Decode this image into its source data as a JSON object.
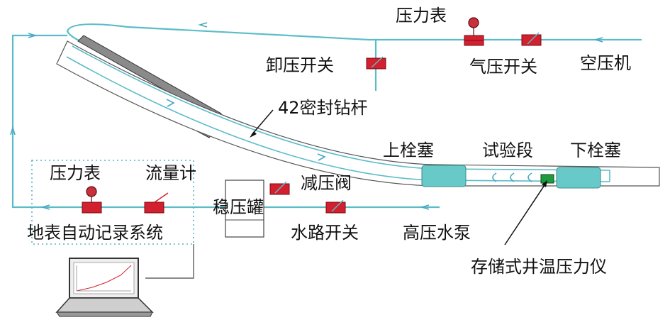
{
  "labels": {
    "pressure_gauge_top": "压力表",
    "unload_switch": "卸压开关",
    "air_switch": "气压开关",
    "air_compressor": "空压机",
    "sealed_drill_pipe": "42密封钻杆",
    "upper_packer": "上栓塞",
    "test_section": "试验段",
    "lower_packer": "下栓塞",
    "pressure_gauge_left": "压力表",
    "flow_meter": "流量计",
    "pressure_reducer": "减压阀",
    "stabilizer_tank": "稳压罐",
    "surface_recorder": "地表自动记录系统",
    "water_switch": "水路开关",
    "hp_pump": "高压水泵",
    "downhole_recorder": "存储式井温压力仪"
  },
  "colors": {
    "pipe": "#5bbcc8",
    "valve": "#d2202f",
    "packer": "#67c9c8",
    "sensor": "#1f9a3e"
  }
}
